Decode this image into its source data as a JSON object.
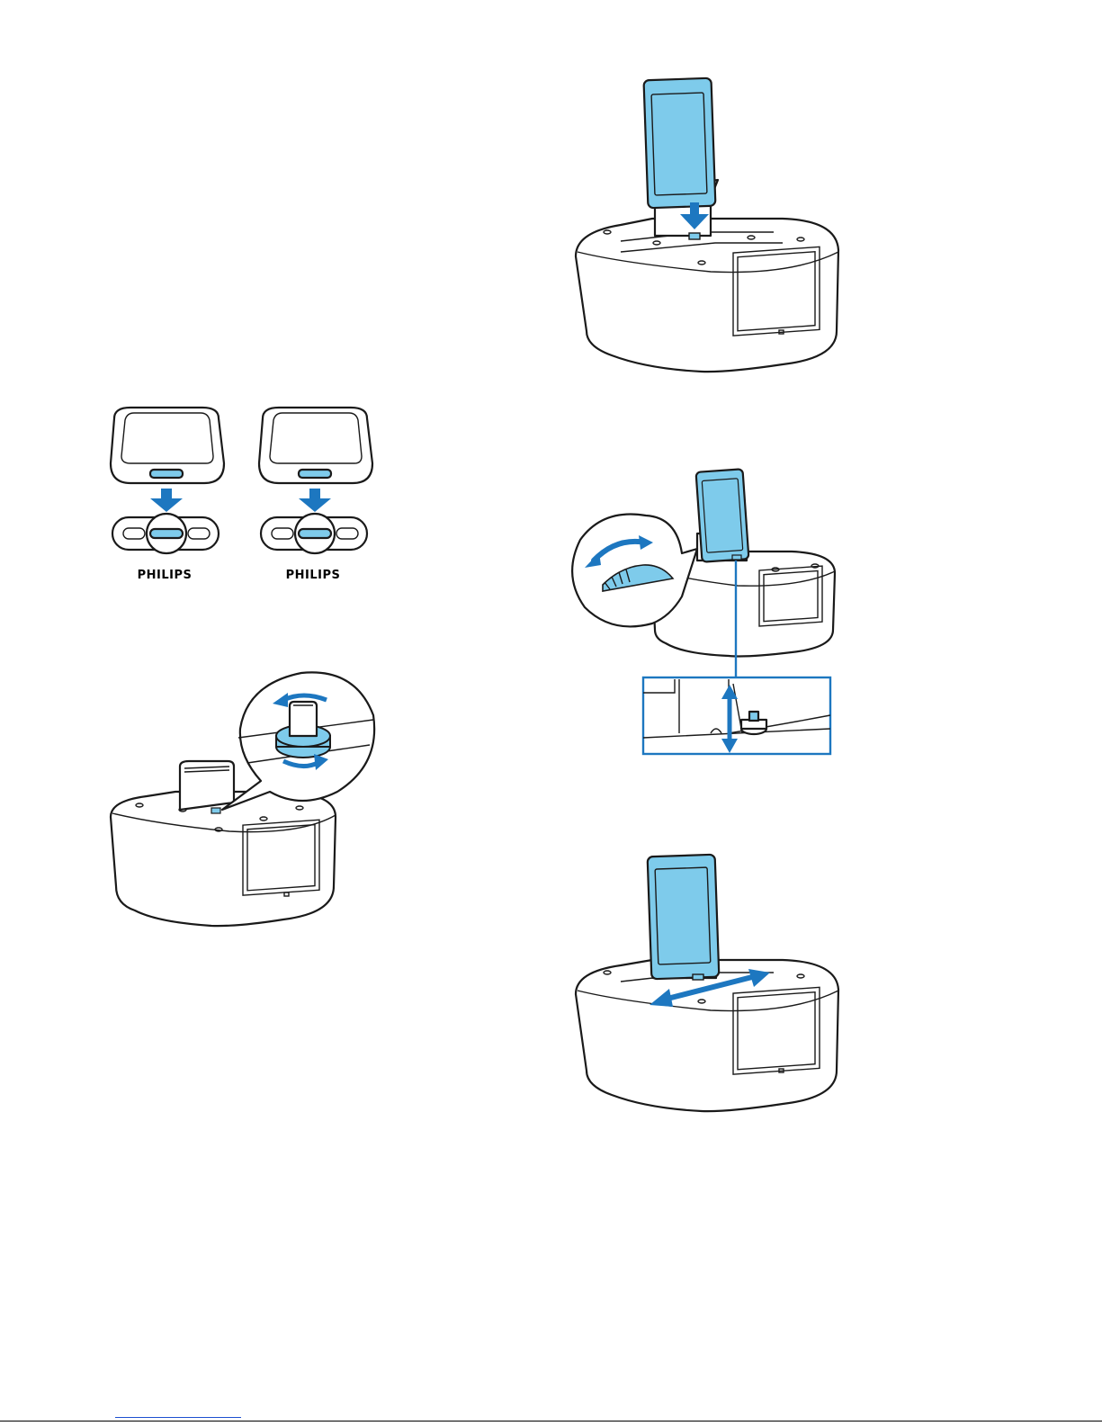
{
  "brand_labels": [
    "PHILIPS",
    "PHILIPS"
  ],
  "colors": {
    "device_blue": "#7ecbeb",
    "arrow_blue": "#1d77c0",
    "outline": "#1a1a1a"
  },
  "figures": [
    {
      "id": "insert-device",
      "icon": "down-arrow-icon"
    },
    {
      "id": "connector-orientation",
      "icon": "down-arrow-icon"
    },
    {
      "id": "rotate-connector",
      "icon": "rotate-arrows-icon"
    },
    {
      "id": "adjust-support",
      "icon": "curved-double-arrow-icon"
    },
    {
      "id": "adjust-height",
      "icon": "vertical-double-arrow-icon"
    },
    {
      "id": "slide-device",
      "icon": "horizontal-double-arrow-icon"
    }
  ]
}
